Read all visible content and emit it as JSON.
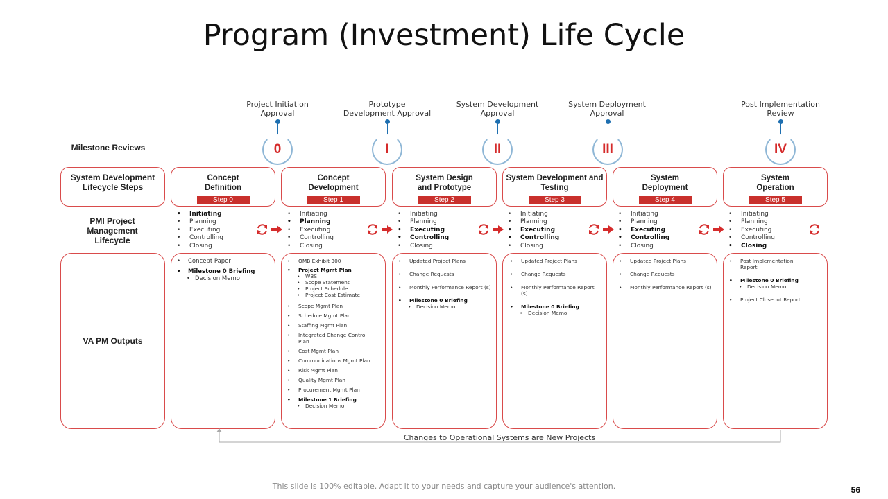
{
  "title": "Program (Investment) Life Cycle",
  "milestones": [
    {
      "label": "Project Initiation Approval",
      "numeral": "0"
    },
    {
      "label": "Prototype Development Approval",
      "numeral": "I"
    },
    {
      "label": "System Development Approval",
      "numeral": "II"
    },
    {
      "label": "System Deployment Approval",
      "numeral": "III"
    },
    {
      "label": "Post Implementation Review",
      "numeral": "IV"
    }
  ],
  "row_labels": {
    "milestone_reviews": "Milestone Reviews",
    "lifecycle_steps": "System Development Lifecycle Steps",
    "pmi": "PMI Project Management Lifecycle",
    "outputs": "VA PM Outputs"
  },
  "steps": [
    {
      "title": "Concept Definition",
      "badge": "Step 0"
    },
    {
      "title": "Concept Development",
      "badge": "Step 1"
    },
    {
      "title": "System Design and Prototype",
      "badge": "Step 2"
    },
    {
      "title": "System Development and Testing",
      "badge": "Step 3"
    },
    {
      "title": "System Deployment",
      "badge": "Step 4"
    },
    {
      "title": "System Operation",
      "badge": "Step 5"
    }
  ],
  "pmi_phases": [
    "Initiating",
    "Planning",
    "Executing",
    "Controlling",
    "Closing"
  ],
  "outputs": {
    "step0": {
      "concept_paper": "Concept Paper",
      "briefing": "Milestone 0 Briefing",
      "decision_memo": "Decision Memo"
    },
    "step1": {
      "omb": "OMB Exhibit 300",
      "project_plan": "Project Mgmt Plan",
      "wbs": "WBS",
      "scope_statement": "Scope Statement",
      "project_schedule": "Project Schedule",
      "cost_estimate": "Project Cost Estimate",
      "scope_plan": "Scope Mgmt Plan",
      "schedule_plan": "Schedule Mgmt Plan",
      "staffing_plan": "Staffing Mgmt Plan",
      "change_control": "Integrated Change Control Plan",
      "cost_plan": "Cost Mgmt Plan",
      "comm_plan": "Communications Mgmt Plan",
      "risk_plan": "Risk Mgmt Plan",
      "quality_plan": "Quality Mgmt Plan",
      "procurement_plan": "Procurement Mgmt Plan",
      "briefing": "Milestone 1 Briefing",
      "decision_memo": "Decision Memo"
    },
    "step2": {
      "updated_plans": "Updated Project Plans",
      "change_requests": "Change Requests",
      "performance_report": "Monthly Performance Report (s)",
      "briefing": "Milestone 0 Briefing",
      "decision_memo": "Decision Memo"
    },
    "step3": {
      "updated_plans": "Updated Project Plans",
      "change_requests": "Change Requests",
      "performance_report": "Monthly Performance Report (s)",
      "briefing": "Milestone 0 Briefing",
      "decision_memo": "Decision Memo"
    },
    "step4": {
      "updated_plans": "Updated Project Plans",
      "change_requests": "Change Requests",
      "performance_report": "Monthly Performance Report (s)"
    },
    "step5": {
      "pir": "Post Implementation Report",
      "briefing": "Milestone 0 Briefing",
      "decision_memo": "Decision Memo",
      "closeout": "Project Closeout Report"
    }
  },
  "loop_text": "Changes to Operational Systems are New Projects",
  "footer": "This slide is 100% editable. Adapt it to your needs and capture your audience's attention.",
  "page_number": "56",
  "colors": {
    "accent_red": "#c9302c",
    "milestone_blue": "#1e6fb0"
  }
}
